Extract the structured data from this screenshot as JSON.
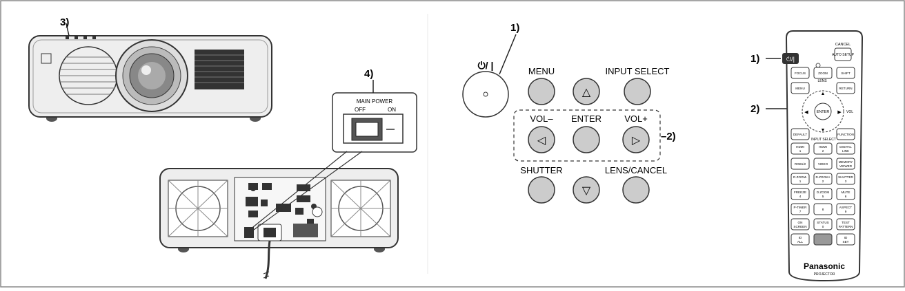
{
  "callouts": {
    "c3": "3)",
    "c4": "4)",
    "c1_panel": "1)",
    "c2_panel": "–2)",
    "c1_remote": "1)",
    "c2_remote": "2)"
  },
  "main_power": {
    "title": "MAIN POWER",
    "off": "OFF",
    "on": "ON"
  },
  "control_panel": {
    "power_label": "⏻/ |",
    "menu": "MENU",
    "input_select": "INPUT SELECT",
    "vol_minus": "VOL–",
    "enter": "ENTER",
    "vol_plus": "VOL+",
    "shutter": "SHUTTER",
    "lens_cancel": "LENS/CANCEL",
    "up_arrow": "△",
    "left_arrow": "◁",
    "right_arrow": "▷",
    "down_arrow": "▽"
  },
  "remote": {
    "brand": "Panasonic",
    "sub": "PROJECTOR",
    "cancel": "CANCEL",
    "auto_setup": "AUTO SETUP",
    "lens": "LENS",
    "enter": "ENTER",
    "vol": "VOL",
    "input_select": "INPUT SELECT",
    "row1": [
      "FOCUS",
      "ZOOM",
      "SHIFT"
    ],
    "row2_left": "MENU",
    "row2_right": "RETURN",
    "row3_left": "DEFAULT",
    "row3_right": "FUNCTION",
    "row4": [
      "HDMI 1",
      "HDMI 2",
      "DIGITAL LINK"
    ],
    "row5": [
      "RGB1/2",
      "VIDEO",
      "MEMORY VIEWER"
    ],
    "row6": [
      "D.ZOOM- 1",
      "D.ZOOM+ 2",
      "SHUTTER 3"
    ],
    "row7": [
      "FREEZE 4",
      "D.ZOOM 5",
      "MUTE 6"
    ],
    "row8": [
      "P-TIMER 7",
      "8",
      "ASPECT 9"
    ],
    "row9": [
      "ON SCREEN",
      "STATUS 0",
      "TEST PATTERN"
    ],
    "row10": [
      "ID ALL",
      "",
      "ID SET"
    ]
  }
}
